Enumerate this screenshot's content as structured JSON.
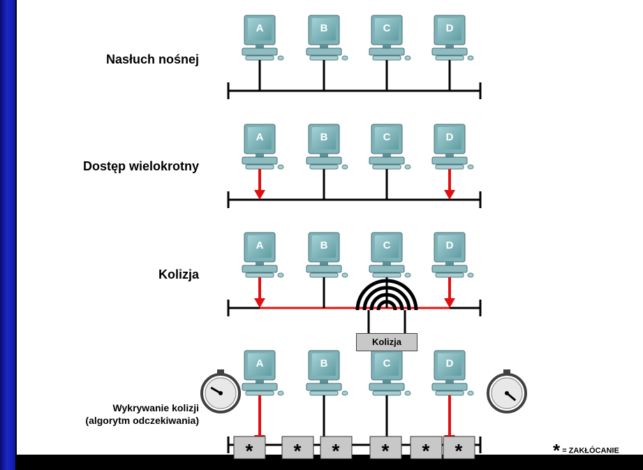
{
  "rows": [
    {
      "label": "Nasłuch nośnej"
    },
    {
      "label": "Dostęp wielokrotny"
    },
    {
      "label": "Kolizja"
    },
    {
      "label_line1": "Wykrywanie kolizji",
      "label_line2": "(algorytm odczekiwania)"
    }
  ],
  "stations": [
    "A",
    "B",
    "C",
    "D"
  ],
  "collision_label": "Kolizja",
  "jam_symbol": "*",
  "legend": {
    "symbol": "*",
    "text": "= ZAKŁÓCANIE"
  },
  "colors": {
    "signal": "#e01010",
    "pc": "#6aa4a8",
    "bus": "#000000",
    "jam_box": "#c8c8c8"
  }
}
